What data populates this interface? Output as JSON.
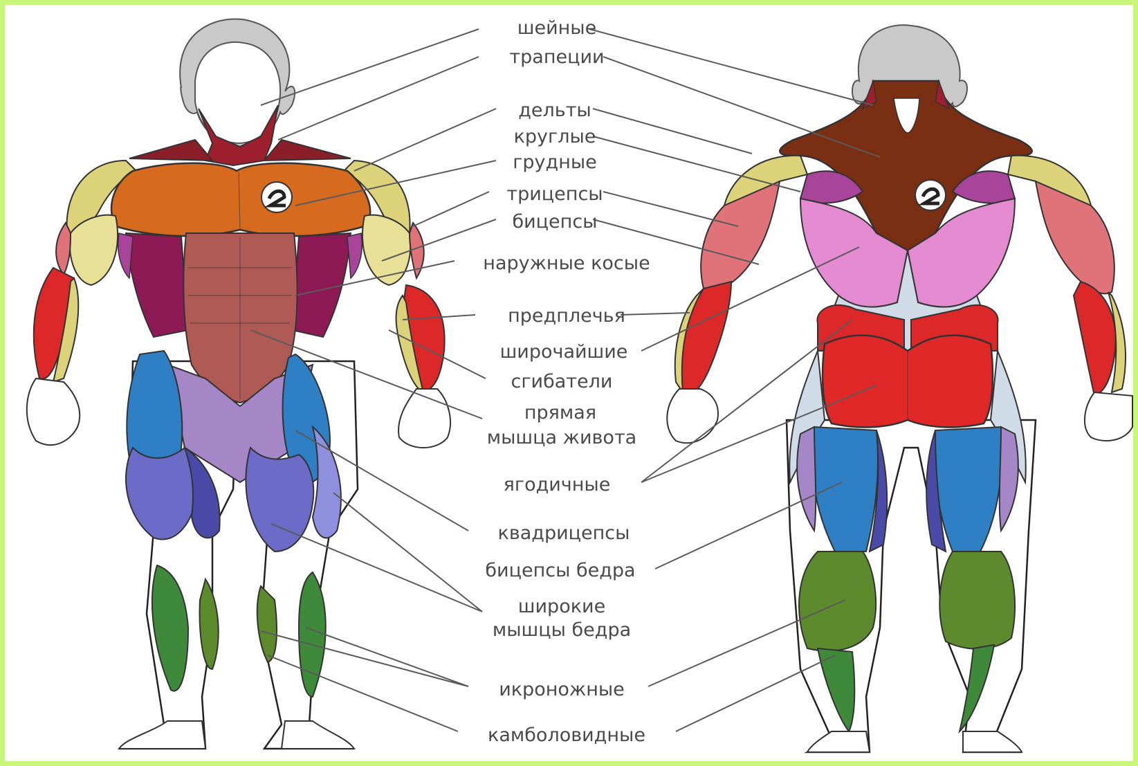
{
  "labels": {
    "neck": "шейные",
    "trapezius": "трапеции",
    "deltoids": "дельты",
    "teres": "круглые",
    "pectorals": "грудные",
    "triceps": "трицепсы",
    "biceps": "бицепсы",
    "obliques": "наружные косые",
    "forearms": "предплечья",
    "lats": "широчайшие",
    "flexors": "сгибатели",
    "rectus_1": "прямая",
    "rectus_2": "мышца живота",
    "glutes": "ягодичные",
    "quadriceps": "квадрицепсы",
    "hamstrings": "бицепсы бедра",
    "vastus_1": "широкие",
    "vastus_2": "мышцы бедра",
    "calves": "икроножные",
    "soleus": "камболовидные"
  },
  "colors": {
    "page_border": "#c8f57a",
    "label_text": "#4a4a4a",
    "leader_line": "#5a5a5a",
    "head": "#c9c9c9",
    "neck_muscle": "#9e1f2e",
    "trapezius_back": "#7a2e12",
    "pectorals": "#d66a1f",
    "deltoids": "#dcd27a",
    "biceps": "#e8e096",
    "triceps": "#e0727a",
    "forearms": "#dc2828",
    "abs": "#b05a55",
    "obliques": "#8e1a55",
    "lats": "#e48ad0",
    "teres": "#a8459a",
    "glutes": "#e02828",
    "quadriceps": "#2f7fc4",
    "vastus": "#6c6cc8",
    "adductors": "#a587c8",
    "hamstrings": "#2f7fc4",
    "calves": "#5e8a2e",
    "soleus": "#3f8a3a",
    "fascia": "#cfdce8",
    "skin": "#ffffff"
  }
}
